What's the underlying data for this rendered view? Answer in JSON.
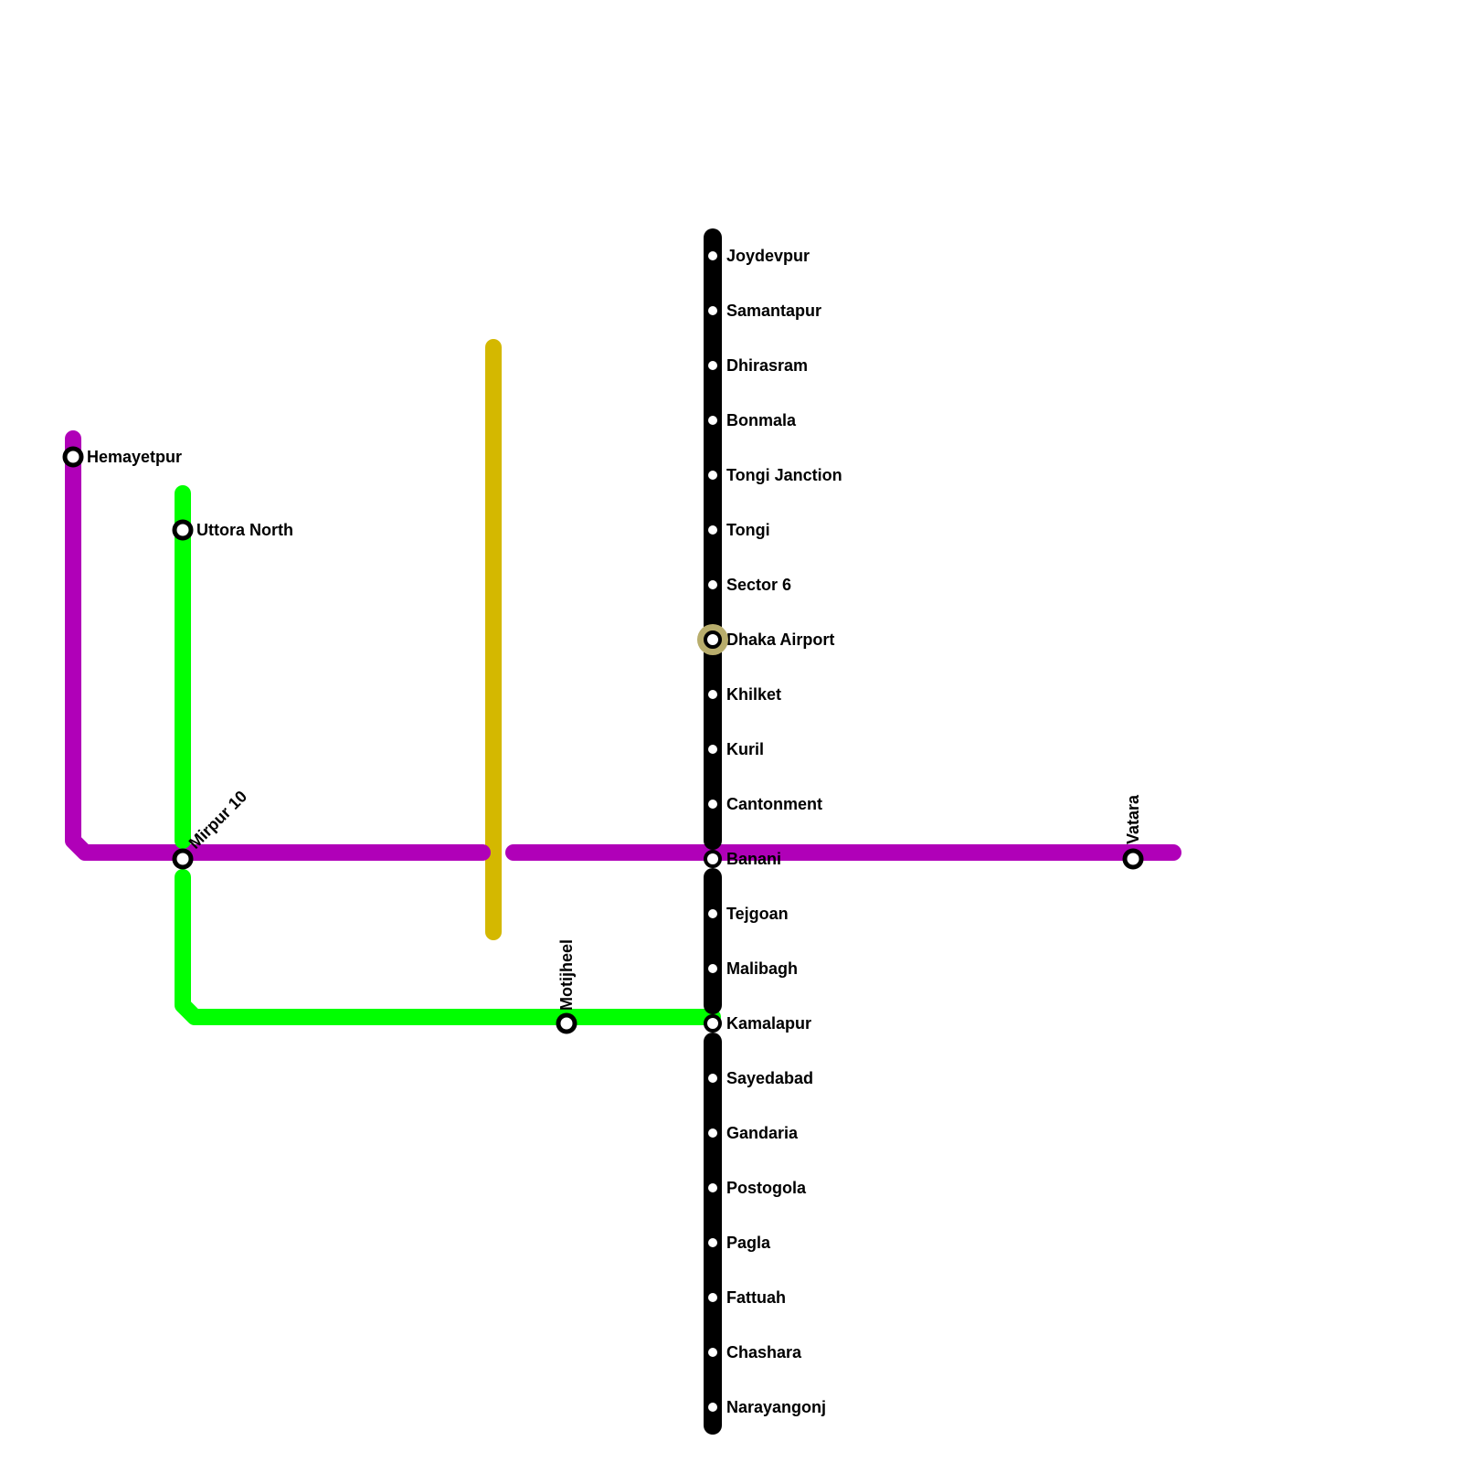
{
  "colors": {
    "purple": "#b000b8",
    "green": "#00ff00",
    "gold": "#d4b800",
    "black": "#000000",
    "airport_ring": "#b8ad6c"
  },
  "lines": {
    "black": {
      "stations": [
        "Joydevpur",
        "Samantapur",
        "Dhirasram",
        "Bonmala",
        "Tongi Janction",
        "Tongi",
        "Sector 6",
        "Dhaka Airport",
        "Khilket",
        "Kuril",
        "Cantonment",
        "Banani",
        "Tejgoan",
        "Malibagh",
        "Kamalapur",
        "Sayedabad",
        "Gandaria",
        "Postogola",
        "Pagla",
        "Fattuah",
        "Chashara",
        "Narayangonj"
      ]
    },
    "purple": {
      "stations": [
        "Hemayetpur",
        "Mirpur 10",
        "Banani",
        "Vatara"
      ]
    },
    "green": {
      "stations": [
        "Uttora North",
        "Mirpur 10",
        "Motijheel",
        "Kamalapur"
      ]
    },
    "gold": {
      "stations": []
    }
  },
  "labels": {
    "hemayetpur": "Hemayetpur",
    "uttora_north": "Uttora North",
    "mirpur10": "Mirpur 10",
    "motijheel": "Motijheel",
    "vatara": "Vatara"
  }
}
